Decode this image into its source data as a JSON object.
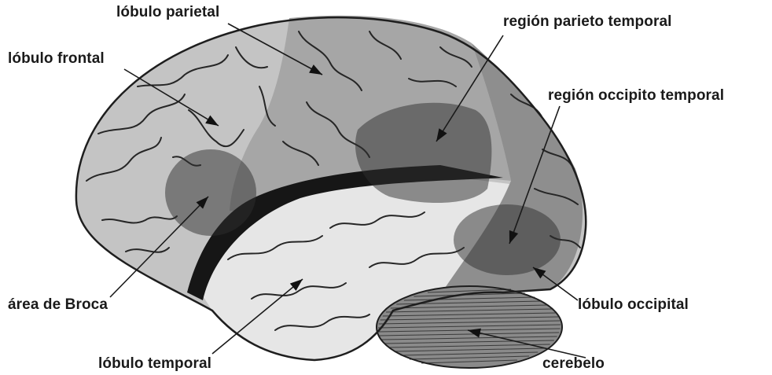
{
  "labels": {
    "parietal": "lóbulo parietal",
    "parieto_temporal": "región parieto temporal",
    "frontal": "lóbulo frontal",
    "occipito_temporal": "región occipito temporal",
    "broca": "área de Broca",
    "occipital": "lóbulo occipital",
    "temporal": "lóbulo temporal",
    "cerebelo": "cerebelo"
  },
  "colors": {
    "frontal": "#c4c4c4",
    "parietal": "#a6a6a6",
    "occipital": "#8e8e8e",
    "temporal": "#e6e6e6",
    "fissure": "#161616",
    "cerebelo": "#8a8a8a",
    "highlight": "#2e2e2e",
    "outline": "#1e1e1e"
  }
}
